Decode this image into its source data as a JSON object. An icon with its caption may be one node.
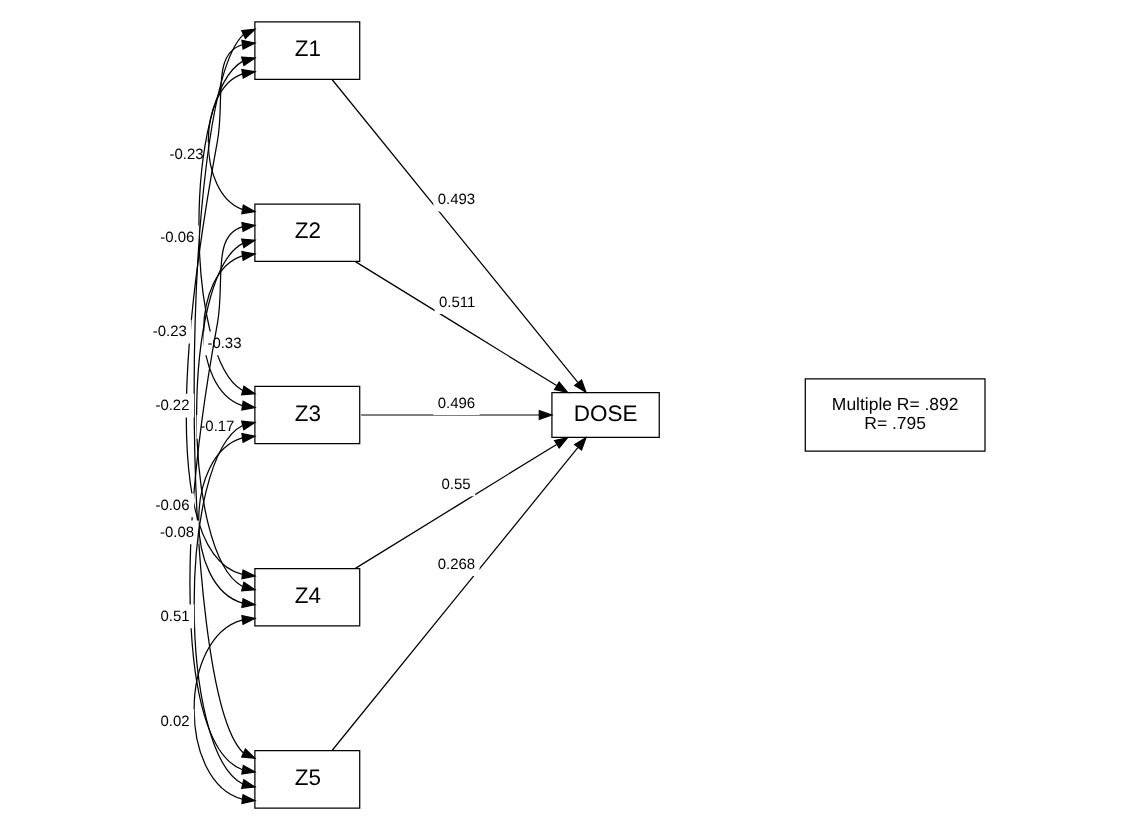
{
  "diagram": {
    "nodes": [
      {
        "text": [
          "Z1"
        ]
      },
      {
        "text": [
          "Z2"
        ]
      },
      {
        "text": [
          "Z3"
        ]
      },
      {
        "text": [
          "Z4"
        ]
      },
      {
        "text": [
          "Z5"
        ]
      },
      {
        "text": [
          "DOSE"
        ]
      },
      {
        "text": [
          "Multiple R= .892",
          "R= .795"
        ]
      }
    ],
    "edges": [
      {
        "from": 0,
        "to": 5,
        "arrow": "to",
        "label": "0.493"
      },
      {
        "from": 1,
        "to": 5,
        "arrow": "to",
        "label": "0.511"
      },
      {
        "from": 2,
        "to": 5,
        "arrow": "to",
        "label": "0.496"
      },
      {
        "from": 3,
        "to": 5,
        "arrow": "to",
        "label": "0.55"
      },
      {
        "from": 4,
        "to": 5,
        "arrow": "to",
        "label": "0.268"
      },
      {
        "from": 0,
        "to": 1,
        "arrow": "both",
        "label": "-0.23"
      },
      {
        "from": 0,
        "to": 2,
        "arrow": "both",
        "label": "-0.06"
      },
      {
        "from": 0,
        "to": 3,
        "arrow": "both",
        "label": "-0.23"
      },
      {
        "from": 0,
        "to": 4,
        "arrow": "both",
        "label": "-0.22"
      },
      {
        "from": 1,
        "to": 2,
        "arrow": "both",
        "label": "-0.33"
      },
      {
        "from": 1,
        "to": 3,
        "arrow": "both",
        "label": "-0.17"
      },
      {
        "from": 1,
        "to": 4,
        "arrow": "both",
        "label": "-0.06"
      },
      {
        "from": 2,
        "to": 3,
        "arrow": "both",
        "label": "-0.08"
      },
      {
        "from": 2,
        "to": 4,
        "arrow": "both",
        "label": "0.51"
      },
      {
        "from": 3,
        "to": 4,
        "arrow": "both",
        "label": "0.02"
      }
    ]
  }
}
